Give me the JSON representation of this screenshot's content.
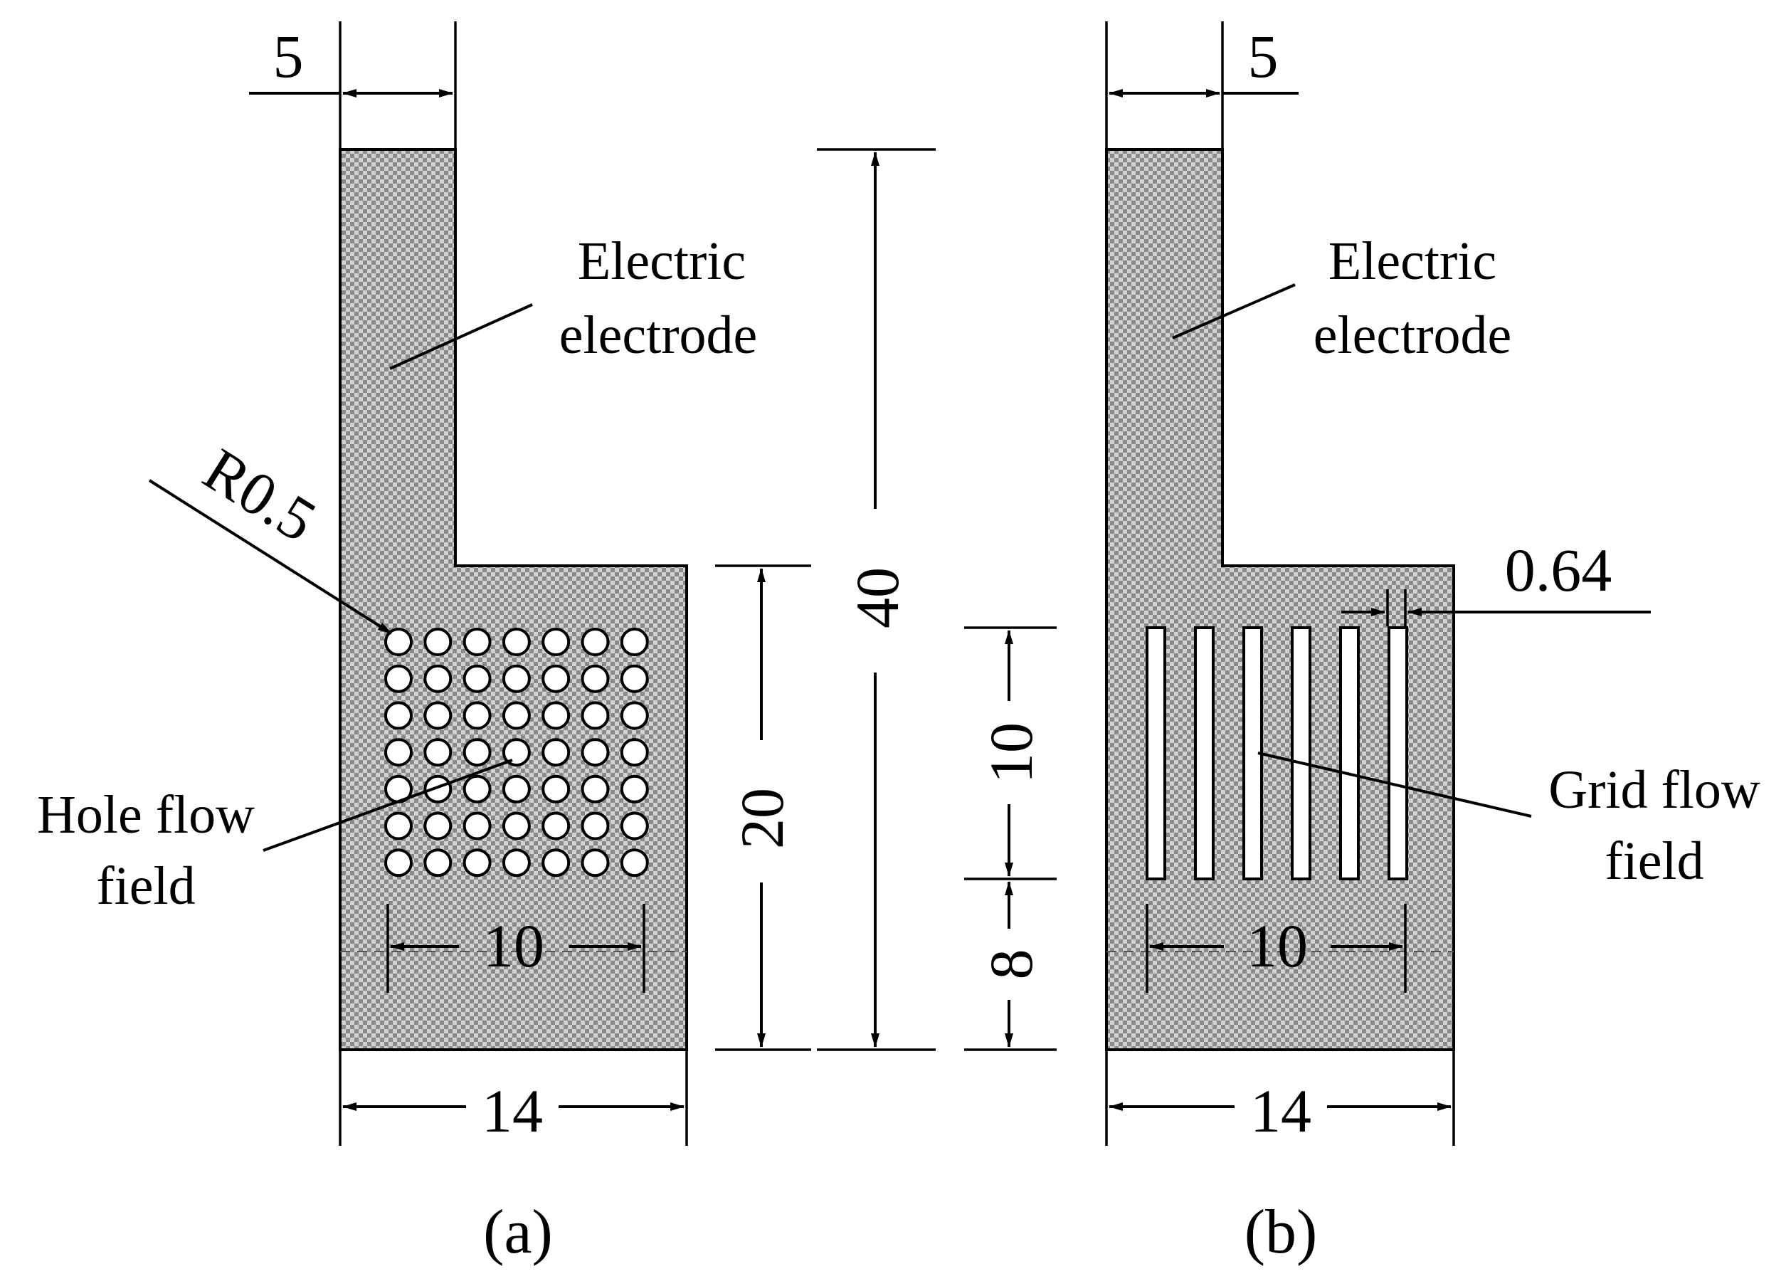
{
  "panel_a": {
    "caption": "(a)",
    "label_electrode_line1": "Electric",
    "label_electrode_line2": "electrode",
    "label_field_line1": "Hole flow",
    "label_field_line2": "field",
    "dim_top_width": "5",
    "dim_hole_radius": "R0.5",
    "dim_field_width": "10",
    "dim_total_width": "14",
    "dim_lower_height": "20",
    "dim_total_height": "40",
    "hole_grid": {
      "rows": 7,
      "cols": 7
    }
  },
  "panel_b": {
    "caption": "(b)",
    "label_electrode_line1": "Electric",
    "label_electrode_line2": "electrode",
    "label_field_line1": "Grid flow",
    "label_field_line2": "field",
    "dim_top_width": "5",
    "dim_slot_width": "0.64",
    "dim_field_width": "10",
    "dim_total_width": "14",
    "dim_field_height": "10",
    "dim_bottom_gap": "8",
    "slot_count": 6
  },
  "colors": {
    "fill_pattern_dark": "#8a8a8a",
    "fill_pattern_light": "#d2d2d2",
    "line": "#000000"
  }
}
